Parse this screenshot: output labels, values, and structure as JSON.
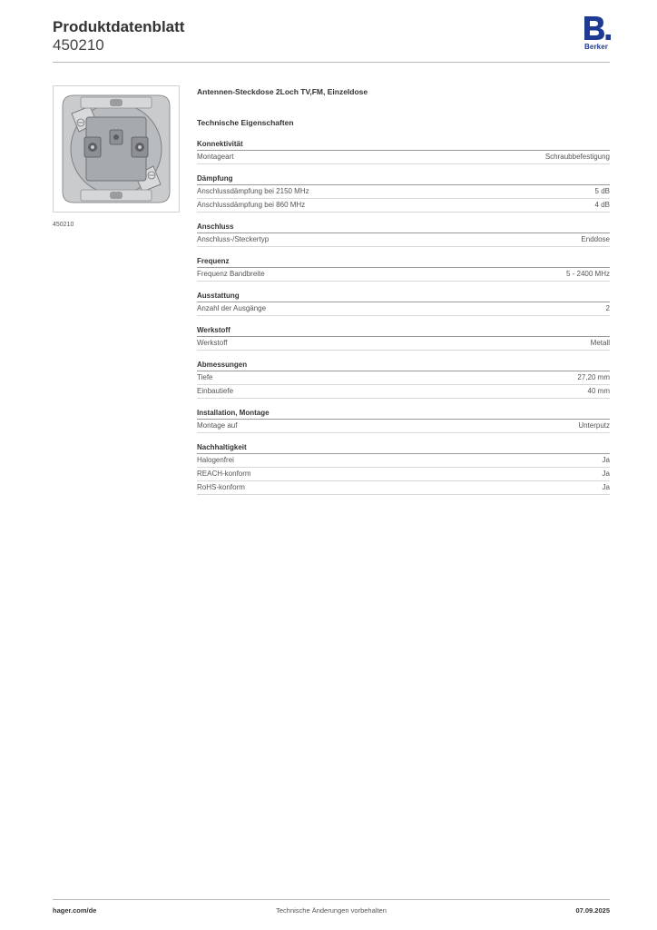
{
  "header": {
    "title": "Produktdatenblatt",
    "number": "450210"
  },
  "logo": {
    "mark": "B.",
    "text": "Berker",
    "color": "#1f3a93"
  },
  "image": {
    "caption": "450210"
  },
  "product": {
    "title": "Antennen-Steckdose 2Loch TV,FM, Einzeldose",
    "tech_heading": "Technische Eigenschaften"
  },
  "sections": [
    {
      "title": "Konnektivität",
      "rows": [
        {
          "label": "Montageart",
          "value": "Schraubbefestigung"
        }
      ]
    },
    {
      "title": "Dämpfung",
      "rows": [
        {
          "label": "Anschlussdämpfung bei 2150 MHz",
          "value": "5 dB"
        },
        {
          "label": "Anschlussdämpfung bei 860 MHz",
          "value": "4 dB"
        }
      ]
    },
    {
      "title": "Anschluss",
      "rows": [
        {
          "label": "Anschluss-/Steckertyp",
          "value": "Enddose"
        }
      ]
    },
    {
      "title": "Frequenz",
      "rows": [
        {
          "label": "Frequenz Bandbreite",
          "value": "5 - 2400 MHz"
        }
      ]
    },
    {
      "title": "Ausstattung",
      "rows": [
        {
          "label": "Anzahl der Ausgänge",
          "value": "2"
        }
      ]
    },
    {
      "title": "Werkstoff",
      "rows": [
        {
          "label": "Werkstoff",
          "value": "Metall"
        }
      ]
    },
    {
      "title": "Abmessungen",
      "rows": [
        {
          "label": "Tiefe",
          "value": "27,20 mm"
        },
        {
          "label": "Einbautiefe",
          "value": "40 mm"
        }
      ]
    },
    {
      "title": "Installation, Montage",
      "rows": [
        {
          "label": "Montage auf",
          "value": "Unterputz"
        }
      ]
    },
    {
      "title": "Nachhaltigkeit",
      "rows": [
        {
          "label": "Halogenfrei",
          "value": "Ja"
        },
        {
          "label": "REACH-konform",
          "value": "Ja"
        },
        {
          "label": "RoHS-konform",
          "value": "Ja"
        }
      ]
    }
  ],
  "footer": {
    "left": "hager.com/de",
    "center": "Technische Änderungen vorbehalten",
    "right": "07.09.2025"
  }
}
